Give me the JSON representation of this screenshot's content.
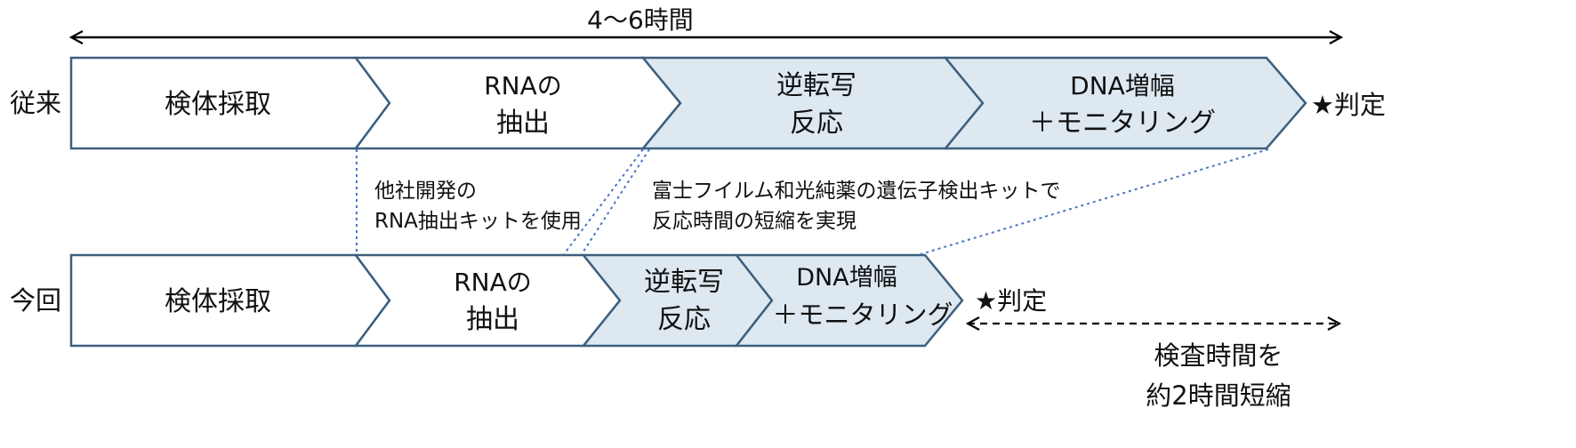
{
  "header": {
    "duration_label": "4〜6時間"
  },
  "rows": {
    "conventional": {
      "label": "従来",
      "steps": [
        {
          "lines": [
            "検体採取"
          ],
          "shaded": false
        },
        {
          "lines": [
            "RNAの",
            "抽出"
          ],
          "shaded": false
        },
        {
          "lines": [
            "逆転写",
            "反応"
          ],
          "shaded": true
        },
        {
          "lines": [
            "DNA増幅",
            "＋モニタリング"
          ],
          "shaded": true
        }
      ],
      "result": "★判定"
    },
    "current": {
      "label": "今回",
      "steps": [
        {
          "lines": [
            "検体採取"
          ],
          "shaded": false
        },
        {
          "lines": [
            "RNAの",
            "抽出"
          ],
          "shaded": false
        },
        {
          "lines": [
            "逆転写",
            "反応"
          ],
          "shaded": true
        },
        {
          "lines": [
            "DNA増幅",
            "＋モニタリング"
          ],
          "shaded": true
        }
      ],
      "result": "★判定"
    }
  },
  "notes": {
    "rna_kit": [
      "他社開発の",
      "RNA抽出キットを使用"
    ],
    "fujifilm_kit": [
      "富士フイルム和光純薬の遺伝子検出キットで",
      "反応時間の短縮を実現"
    ]
  },
  "savings": {
    "lines": [
      "検査時間を",
      "約2時間短縮"
    ]
  },
  "colors": {
    "shaded_fill": "#dde8f1",
    "plain_fill": "#ffffff",
    "stroke": "#3d5f7e",
    "dotted": "#4a74c4"
  }
}
